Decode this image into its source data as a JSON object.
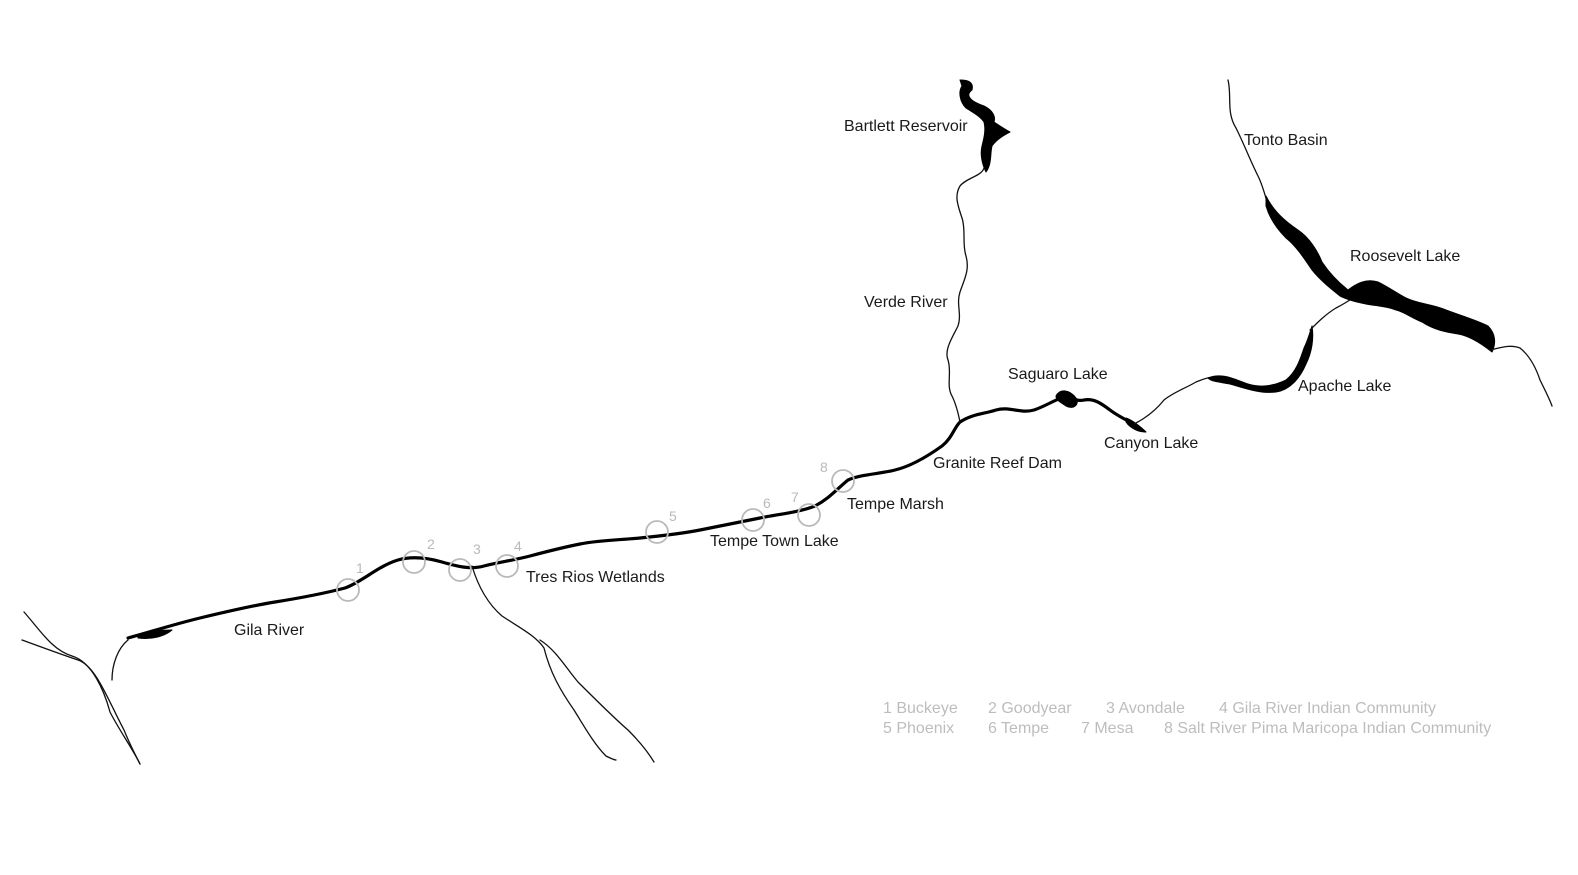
{
  "map": {
    "labels": {
      "bartlett_reservoir": "Bartlett Reservoir",
      "tonto_basin": "Tonto Basin",
      "roosevelt_lake": "Roosevelt Lake",
      "verde_river": "Verde River",
      "saguaro_lake": "Saguaro Lake",
      "apache_lake": "Apache Lake",
      "canyon_lake": "Canyon Lake",
      "granite_reef_dam": "Granite Reef Dam",
      "tempe_marsh": "Tempe Marsh",
      "tempe_town_lake": "Tempe Town Lake",
      "tres_rios_wetlands": "Tres Rios Wetlands",
      "gila_river": "Gila River"
    },
    "markers": [
      "1",
      "2",
      "3",
      "4",
      "5",
      "6",
      "7",
      "8"
    ],
    "legend": {
      "row1": [
        "1 Buckeye",
        "2 Goodyear",
        "3 Avondale",
        "4 Gila River Indian Community"
      ],
      "row2": [
        "5 Phoenix",
        "6 Tempe",
        "7 Mesa",
        "8 Salt River Pima Maricopa Indian Community"
      ]
    },
    "colors": {
      "river": "#000000",
      "marker": "#b9b9b9",
      "legend": "#bdbdbd"
    }
  }
}
